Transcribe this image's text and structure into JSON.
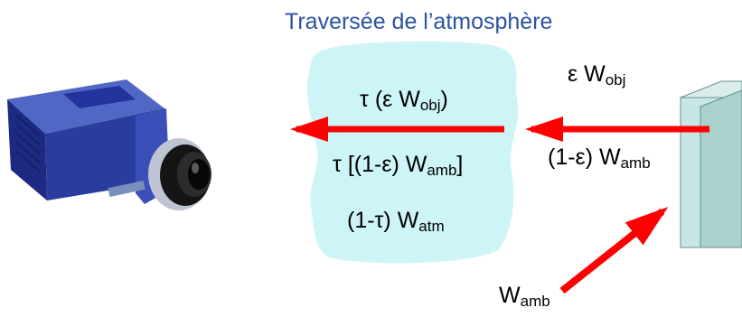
{
  "title": "Traversée de l’atmosphère",
  "labels": {
    "tau_emitted": {
      "pre": "τ (ε W",
      "sub": "obj",
      "post": ")"
    },
    "tau_reflected": {
      "pre": "τ [(1-ε) W",
      "sub": "amb",
      "post": "]"
    },
    "atm_emission": {
      "pre": "(1-τ) W",
      "sub": "atm",
      "post": ""
    },
    "object_emission": {
      "pre": "ε W",
      "sub": "obj",
      "post": ""
    },
    "object_reflection": {
      "pre": "(1-ε) W",
      "sub": "amb",
      "post": ""
    },
    "ambient_source": {
      "pre": "W",
      "sub": "amb",
      "post": ""
    }
  },
  "colors": {
    "title": "#2b52a4",
    "atmosphere": "#cdf5f7",
    "arrow": "#ff0000",
    "object_front": "#c7e6e4",
    "object_side": "#a9d1ce",
    "camera_body": "#2a3d9e"
  },
  "icons": {
    "camera": "thermal-camera-icon",
    "object": "object-block-icon"
  }
}
